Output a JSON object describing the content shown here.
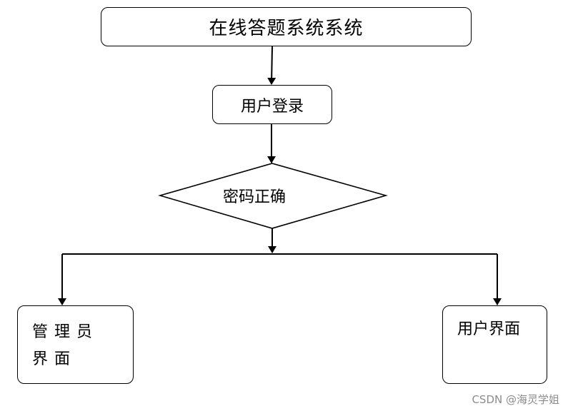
{
  "nodes": {
    "title": "在线答题系统系统",
    "login": "用户登录",
    "password_check": "密码正确",
    "admin": "管理员界面",
    "user": "用户界面"
  },
  "watermark": "CSDN @海灵学姐",
  "colors": {
    "stroke": "#000000",
    "background": "#ffffff",
    "watermark": "#8c8c8c"
  }
}
